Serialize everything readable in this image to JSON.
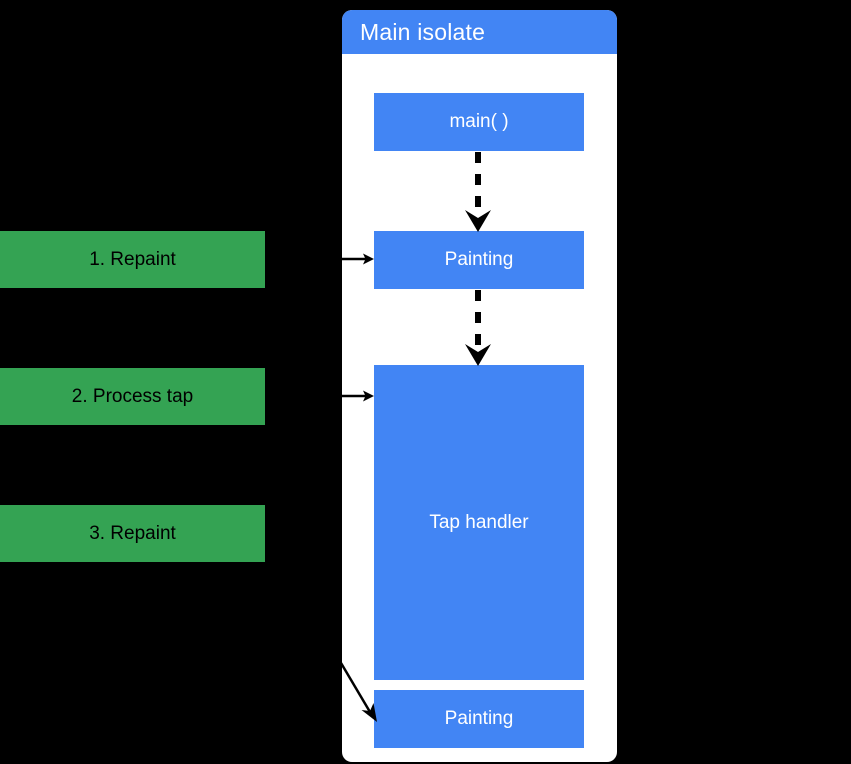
{
  "diagram": {
    "title_text": "Main isolate",
    "background_color": "#000000",
    "panel_color": "#ffffff",
    "accent_blue": "#4285f4",
    "accent_green": "#34a353",
    "arrow_color": "#000000"
  },
  "isolate_panel": {
    "header_label": "Main isolate",
    "tasks": [
      {
        "label": "main( )"
      },
      {
        "label": "Painting"
      },
      {
        "label": "Tap handler"
      },
      {
        "label": "Painting"
      }
    ]
  },
  "events": [
    {
      "label": "1. Repaint"
    },
    {
      "label": "2. Process tap"
    },
    {
      "label": "3. Repaint"
    }
  ],
  "connectors": {
    "solid_arrow_1": "event-1-to-painting-1",
    "solid_arrow_2": "event-2-to-tap-handler",
    "dashed_arrow_1": "main-to-painting-1",
    "dashed_arrow_2": "painting-1-to-tap-handler",
    "diagonal_arrow": "event-3-to-painting-2"
  }
}
